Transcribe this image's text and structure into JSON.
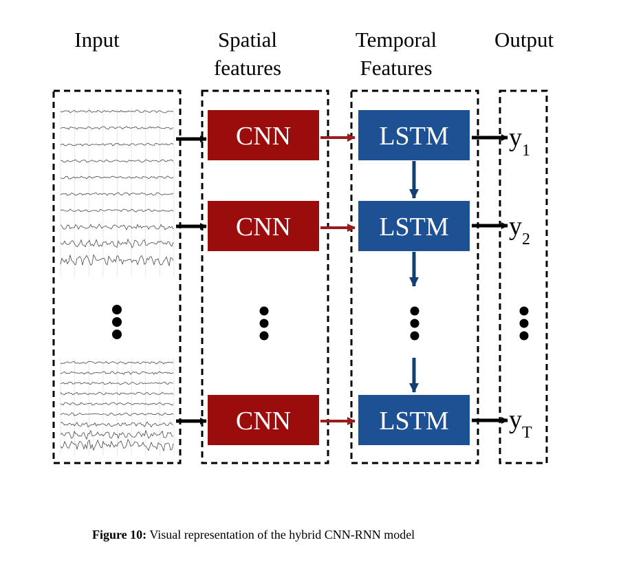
{
  "columns": {
    "input": "Input",
    "spatial_line1": "Spatial",
    "spatial_line2": "features",
    "temporal_line1": "Temporal",
    "temporal_line2": "Features",
    "output": "Output"
  },
  "rows": [
    {
      "cnn": "CNN",
      "lstm": "LSTM",
      "output": "y",
      "output_sub": "1"
    },
    {
      "cnn": "CNN",
      "lstm": "LSTM",
      "output": "y",
      "output_sub": "2"
    },
    {
      "cnn": "CNN",
      "lstm": "LSTM",
      "output": "y",
      "output_sub": "T"
    }
  ],
  "colors": {
    "cnn_fill": "#9b0d0d",
    "lstm_fill": "#1d5193",
    "cnn_to_lstm_arrow": "#9b1b1b",
    "lstm_chain_arrow": "#123f72",
    "input_arrow": "#000000"
  },
  "caption": {
    "label": "Figure 10:",
    "text": "Visual representation of the hybrid CNN-RNN model"
  }
}
